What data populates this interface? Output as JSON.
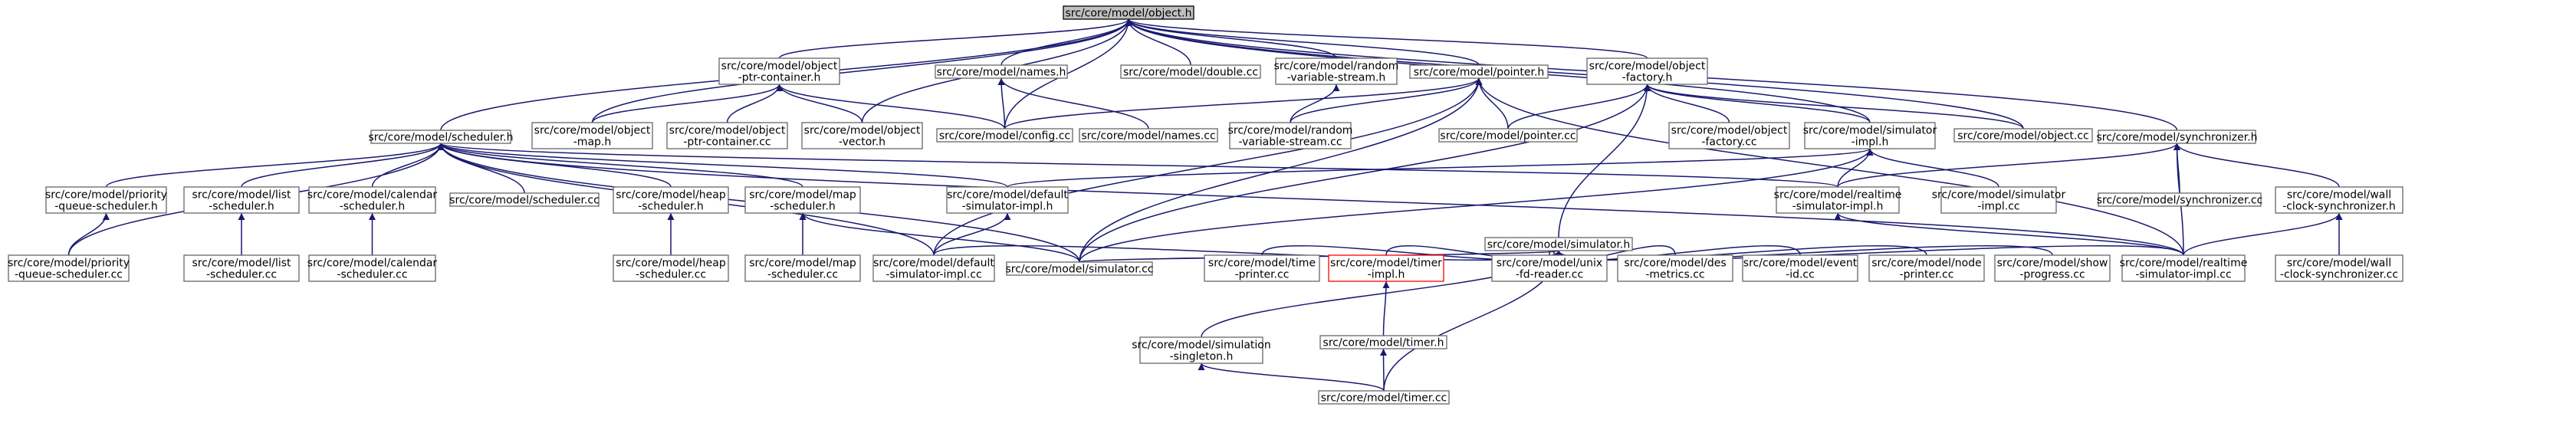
{
  "graph": {
    "colors": {
      "edge": "#191970",
      "node_border": "#666666",
      "root_fill": "#bfbfbf",
      "highlight_border": "#ff0000"
    },
    "nodes": [
      {
        "id": "object_h",
        "lines": [
          "src/core/model/object.h"
        ],
        "root": true
      },
      {
        "id": "scheduler_h",
        "lines": [
          "src/core/model/scheduler.h"
        ]
      },
      {
        "id": "object_ptr_container_h",
        "lines": [
          "src/core/model/object",
          "-ptr-container.h"
        ]
      },
      {
        "id": "names_h",
        "lines": [
          "src/core/model/names.h"
        ]
      },
      {
        "id": "double_cc",
        "lines": [
          "src/core/model/double.cc"
        ]
      },
      {
        "id": "random_variable_stream_h",
        "lines": [
          "src/core/model/random",
          "-variable-stream.h"
        ]
      },
      {
        "id": "pointer_h",
        "lines": [
          "src/core/model/pointer.h"
        ]
      },
      {
        "id": "object_factory_h",
        "lines": [
          "src/core/model/object",
          "-factory.h"
        ]
      },
      {
        "id": "synchronizer_h",
        "lines": [
          "src/core/model/synchronizer.h"
        ]
      },
      {
        "id": "object_map_h",
        "lines": [
          "src/core/model/object",
          "-map.h"
        ]
      },
      {
        "id": "object_ptr_container_cc",
        "lines": [
          "src/core/model/object",
          "-ptr-container.cc"
        ]
      },
      {
        "id": "object_vector_h",
        "lines": [
          "src/core/model/object",
          "-vector.h"
        ]
      },
      {
        "id": "config_cc",
        "lines": [
          "src/core/model/config.cc"
        ]
      },
      {
        "id": "names_cc",
        "lines": [
          "src/core/model/names.cc"
        ]
      },
      {
        "id": "random_variable_stream_cc",
        "lines": [
          "src/core/model/random",
          "-variable-stream.cc"
        ]
      },
      {
        "id": "pointer_cc",
        "lines": [
          "src/core/model/pointer.cc"
        ]
      },
      {
        "id": "object_factory_cc",
        "lines": [
          "src/core/model/object",
          "-factory.cc"
        ]
      },
      {
        "id": "simulator_impl_h",
        "lines": [
          "src/core/model/simulator",
          "-impl.h"
        ]
      },
      {
        "id": "object_cc",
        "lines": [
          "src/core/model/object.cc"
        ]
      },
      {
        "id": "priority_queue_scheduler_h",
        "lines": [
          "src/core/model/priority",
          "-queue-scheduler.h"
        ]
      },
      {
        "id": "list_scheduler_h",
        "lines": [
          "src/core/model/list",
          "-scheduler.h"
        ]
      },
      {
        "id": "calendar_scheduler_h",
        "lines": [
          "src/core/model/calendar",
          "-scheduler.h"
        ]
      },
      {
        "id": "scheduler_cc",
        "lines": [
          "src/core/model/scheduler.cc"
        ]
      },
      {
        "id": "heap_scheduler_h",
        "lines": [
          "src/core/model/heap",
          "-scheduler.h"
        ]
      },
      {
        "id": "map_scheduler_h",
        "lines": [
          "src/core/model/map",
          "-scheduler.h"
        ]
      },
      {
        "id": "default_simulator_impl_h",
        "lines": [
          "src/core/model/default",
          "-simulator-impl.h"
        ]
      },
      {
        "id": "simulator_h",
        "lines": [
          "src/core/model/simulator.h"
        ]
      },
      {
        "id": "realtime_simulator_impl_h",
        "lines": [
          "src/core/model/realtime",
          "-simulator-impl.h"
        ]
      },
      {
        "id": "simulator_impl_cc",
        "lines": [
          "src/core/model/simulator",
          "-impl.cc"
        ]
      },
      {
        "id": "synchronizer_cc",
        "lines": [
          "src/core/model/synchronizer.cc"
        ]
      },
      {
        "id": "wall_clock_synchronizer_h",
        "lines": [
          "src/core/model/wall",
          "-clock-synchronizer.h"
        ]
      },
      {
        "id": "priority_queue_scheduler_cc",
        "lines": [
          "src/core/model/priority",
          "-queue-scheduler.cc"
        ]
      },
      {
        "id": "list_scheduler_cc",
        "lines": [
          "src/core/model/list",
          "-scheduler.cc"
        ]
      },
      {
        "id": "calendar_scheduler_cc",
        "lines": [
          "src/core/model/calendar",
          "-scheduler.cc"
        ]
      },
      {
        "id": "heap_scheduler_cc",
        "lines": [
          "src/core/model/heap",
          "-scheduler.cc"
        ]
      },
      {
        "id": "map_scheduler_cc",
        "lines": [
          "src/core/model/map",
          "-scheduler.cc"
        ]
      },
      {
        "id": "default_simulator_impl_cc",
        "lines": [
          "src/core/model/default",
          "-simulator-impl.cc"
        ]
      },
      {
        "id": "simulator_cc",
        "lines": [
          "src/core/model/simulator.cc"
        ]
      },
      {
        "id": "time_printer_cc",
        "lines": [
          "src/core/model/time",
          "-printer.cc"
        ]
      },
      {
        "id": "timer_impl_h",
        "lines": [
          "src/core/model/timer",
          "-impl.h"
        ],
        "highlight": true
      },
      {
        "id": "unix_fd_reader_cc",
        "lines": [
          "src/core/model/unix",
          "-fd-reader.cc"
        ]
      },
      {
        "id": "des_metrics_cc",
        "lines": [
          "src/core/model/des",
          "-metrics.cc"
        ]
      },
      {
        "id": "event_id_cc",
        "lines": [
          "src/core/model/event",
          "-id.cc"
        ]
      },
      {
        "id": "node_printer_cc",
        "lines": [
          "src/core/model/node",
          "-printer.cc"
        ]
      },
      {
        "id": "show_progress_cc",
        "lines": [
          "src/core/model/show",
          "-progress.cc"
        ]
      },
      {
        "id": "realtime_simulator_impl_cc",
        "lines": [
          "src/core/model/realtime",
          "-simulator-impl.cc"
        ]
      },
      {
        "id": "wall_clock_synchronizer_cc",
        "lines": [
          "src/core/model/wall",
          "-clock-synchronizer.cc"
        ]
      },
      {
        "id": "simulation_singleton_h",
        "lines": [
          "src/core/model/simulation",
          "-singleton.h"
        ]
      },
      {
        "id": "timer_h",
        "lines": [
          "src/core/model/timer.h"
        ]
      },
      {
        "id": "timer_cc",
        "lines": [
          "src/core/model/timer.cc"
        ]
      }
    ],
    "edges": [
      [
        "object_h",
        "scheduler_h"
      ],
      [
        "object_h",
        "object_ptr_container_h"
      ],
      [
        "object_h",
        "names_h"
      ],
      [
        "object_h",
        "double_cc"
      ],
      [
        "object_h",
        "random_variable_stream_h"
      ],
      [
        "object_h",
        "pointer_h"
      ],
      [
        "object_h",
        "object_factory_h"
      ],
      [
        "object_h",
        "synchronizer_h"
      ],
      [
        "object_h",
        "object_map_h"
      ],
      [
        "object_h",
        "object_vector_h"
      ],
      [
        "object_h",
        "config_cc"
      ],
      [
        "object_h",
        "simulator_impl_h"
      ],
      [
        "object_h",
        "object_cc"
      ],
      [
        "scheduler_h",
        "priority_queue_scheduler_h"
      ],
      [
        "scheduler_h",
        "list_scheduler_h"
      ],
      [
        "scheduler_h",
        "calendar_scheduler_h"
      ],
      [
        "scheduler_h",
        "scheduler_cc"
      ],
      [
        "scheduler_h",
        "heap_scheduler_h"
      ],
      [
        "scheduler_h",
        "map_scheduler_h"
      ],
      [
        "scheduler_h",
        "default_simulator_impl_h"
      ],
      [
        "scheduler_h",
        "simulator_cc"
      ],
      [
        "scheduler_h",
        "default_simulator_impl_cc"
      ],
      [
        "scheduler_h",
        "realtime_simulator_impl_h"
      ],
      [
        "scheduler_h",
        "realtime_simulator_impl_cc"
      ],
      [
        "scheduler_h",
        "priority_queue_scheduler_cc"
      ],
      [
        "object_ptr_container_h",
        "object_map_h"
      ],
      [
        "object_ptr_container_h",
        "object_ptr_container_cc"
      ],
      [
        "object_ptr_container_h",
        "object_vector_h"
      ],
      [
        "object_ptr_container_h",
        "config_cc"
      ],
      [
        "names_h",
        "config_cc"
      ],
      [
        "names_h",
        "names_cc"
      ],
      [
        "random_variable_stream_h",
        "random_variable_stream_cc"
      ],
      [
        "pointer_h",
        "config_cc"
      ],
      [
        "pointer_h",
        "pointer_cc"
      ],
      [
        "pointer_h",
        "random_variable_stream_cc"
      ],
      [
        "pointer_h",
        "default_simulator_impl_cc"
      ],
      [
        "pointer_h",
        "simulator_cc"
      ],
      [
        "pointer_h",
        "realtime_simulator_impl_cc"
      ],
      [
        "object_factory_h",
        "pointer_cc"
      ],
      [
        "object_factory_h",
        "object_factory_cc"
      ],
      [
        "object_factory_h",
        "simulator_impl_h"
      ],
      [
        "object_factory_h",
        "object_cc"
      ],
      [
        "object_factory_h",
        "simulator_h"
      ],
      [
        "object_factory_h",
        "simulator_cc"
      ],
      [
        "synchronizer_h",
        "synchronizer_cc"
      ],
      [
        "synchronizer_h",
        "wall_clock_synchronizer_h"
      ],
      [
        "synchronizer_h",
        "realtime_simulator_impl_h"
      ],
      [
        "synchronizer_h",
        "realtime_simulator_impl_cc"
      ],
      [
        "simulator_impl_h",
        "default_simulator_impl_h"
      ],
      [
        "simulator_impl_h",
        "realtime_simulator_impl_h"
      ],
      [
        "simulator_impl_h",
        "simulator_impl_cc"
      ],
      [
        "simulator_impl_h",
        "simulator_cc"
      ],
      [
        "priority_queue_scheduler_h",
        "priority_queue_scheduler_cc"
      ],
      [
        "list_scheduler_h",
        "list_scheduler_cc"
      ],
      [
        "calendar_scheduler_h",
        "calendar_scheduler_cc"
      ],
      [
        "heap_scheduler_h",
        "heap_scheduler_cc"
      ],
      [
        "map_scheduler_h",
        "map_scheduler_cc"
      ],
      [
        "map_scheduler_h",
        "simulator_cc"
      ],
      [
        "default_simulator_impl_h",
        "default_simulator_impl_cc"
      ],
      [
        "simulator_h",
        "default_simulator_impl_cc"
      ],
      [
        "simulator_h",
        "simulator_cc"
      ],
      [
        "simulator_h",
        "time_printer_cc"
      ],
      [
        "simulator_h",
        "timer_impl_h"
      ],
      [
        "simulator_h",
        "unix_fd_reader_cc"
      ],
      [
        "simulator_h",
        "des_metrics_cc"
      ],
      [
        "simulator_h",
        "event_id_cc"
      ],
      [
        "simulator_h",
        "node_printer_cc"
      ],
      [
        "simulator_h",
        "show_progress_cc"
      ],
      [
        "simulator_h",
        "realtime_simulator_impl_cc"
      ],
      [
        "simulator_h",
        "simulation_singleton_h"
      ],
      [
        "simulator_h",
        "timer_cc"
      ],
      [
        "realtime_simulator_impl_h",
        "realtime_simulator_impl_cc"
      ],
      [
        "wall_clock_synchronizer_h",
        "wall_clock_synchronizer_cc"
      ],
      [
        "wall_clock_synchronizer_h",
        "realtime_simulator_impl_cc"
      ],
      [
        "timer_impl_h",
        "timer_h"
      ],
      [
        "timer_h",
        "timer_cc"
      ],
      [
        "simulation_singleton_h",
        "timer_cc"
      ]
    ]
  }
}
